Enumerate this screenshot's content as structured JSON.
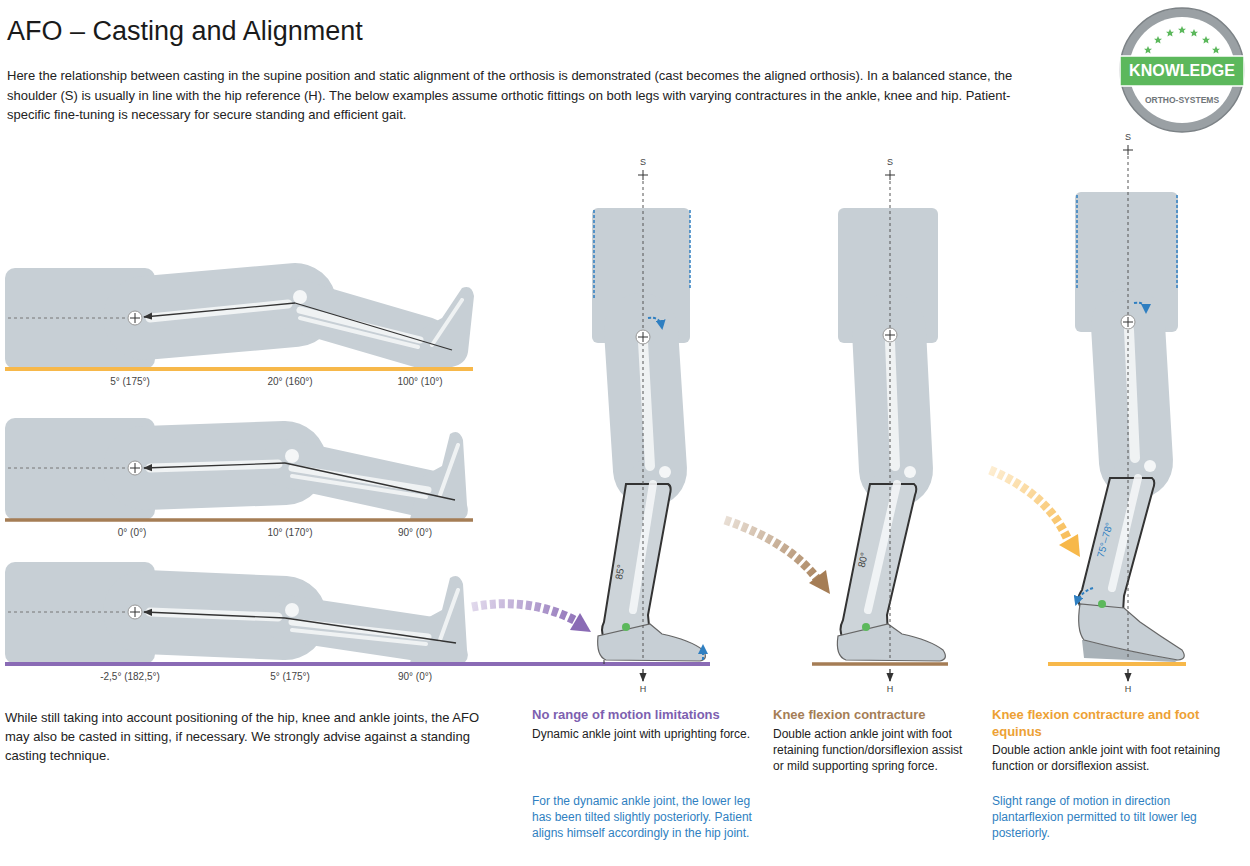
{
  "diagram": {
    "title": "AFO – Casting and Alignment",
    "nodes": [
      {
        "text": [
          "KNOWLEDGE",
          "ORTHO-SYSTEMS"
        ]
      }
    ],
    "labels": [
      "Here the relationship between casting in the supine position and static alignment of the orthosis is demonstrated (cast becomes the aligned orthosis). In a balanced stance, the shoulder (S) is usually in line with the hip reference (H). The below examples assume orthotic fittings on both legs with varying contractures in the ankle, knee and hip. Patient-specific fine-tuning is necessary for secure standing and efficient gait.",
      "S",
      "S",
      "S",
      "5° (175°)",
      "20° (160°)",
      "100° (10°)",
      "85°",
      "80°",
      "75°–78°",
      "0° (0°)",
      "10° (170°)",
      "90° (0°)",
      "-2,5° (182,5°)",
      "5° (175°)",
      "90° (0°)",
      "H",
      "H",
      "H",
      "While still taking into account positioning of the hip, knee and ankle joints, the AFO may also be casted in sitting, if necessary. We strongly advise against a standing casting technique.",
      "No range of motion limitations",
      "Dynamic ankle joint with uprighting force.",
      "For the dynamic ankle joint, the lower leg has been tilted slightly posteriorly. Patient aligns himself accordingly in the hip joint.",
      "Knee flexion contracture",
      "Double action ankle joint with foot retaining function/dorsiflexion assist or mild supporting spring force.",
      "Knee flexion contracture and foot equinus",
      "Double action ankle joint with foot retaining function or dorsiflexion assist.",
      "Slight range of motion in direction plantarflexion permitted to tilt lower leg posteriorly."
    ]
  }
}
